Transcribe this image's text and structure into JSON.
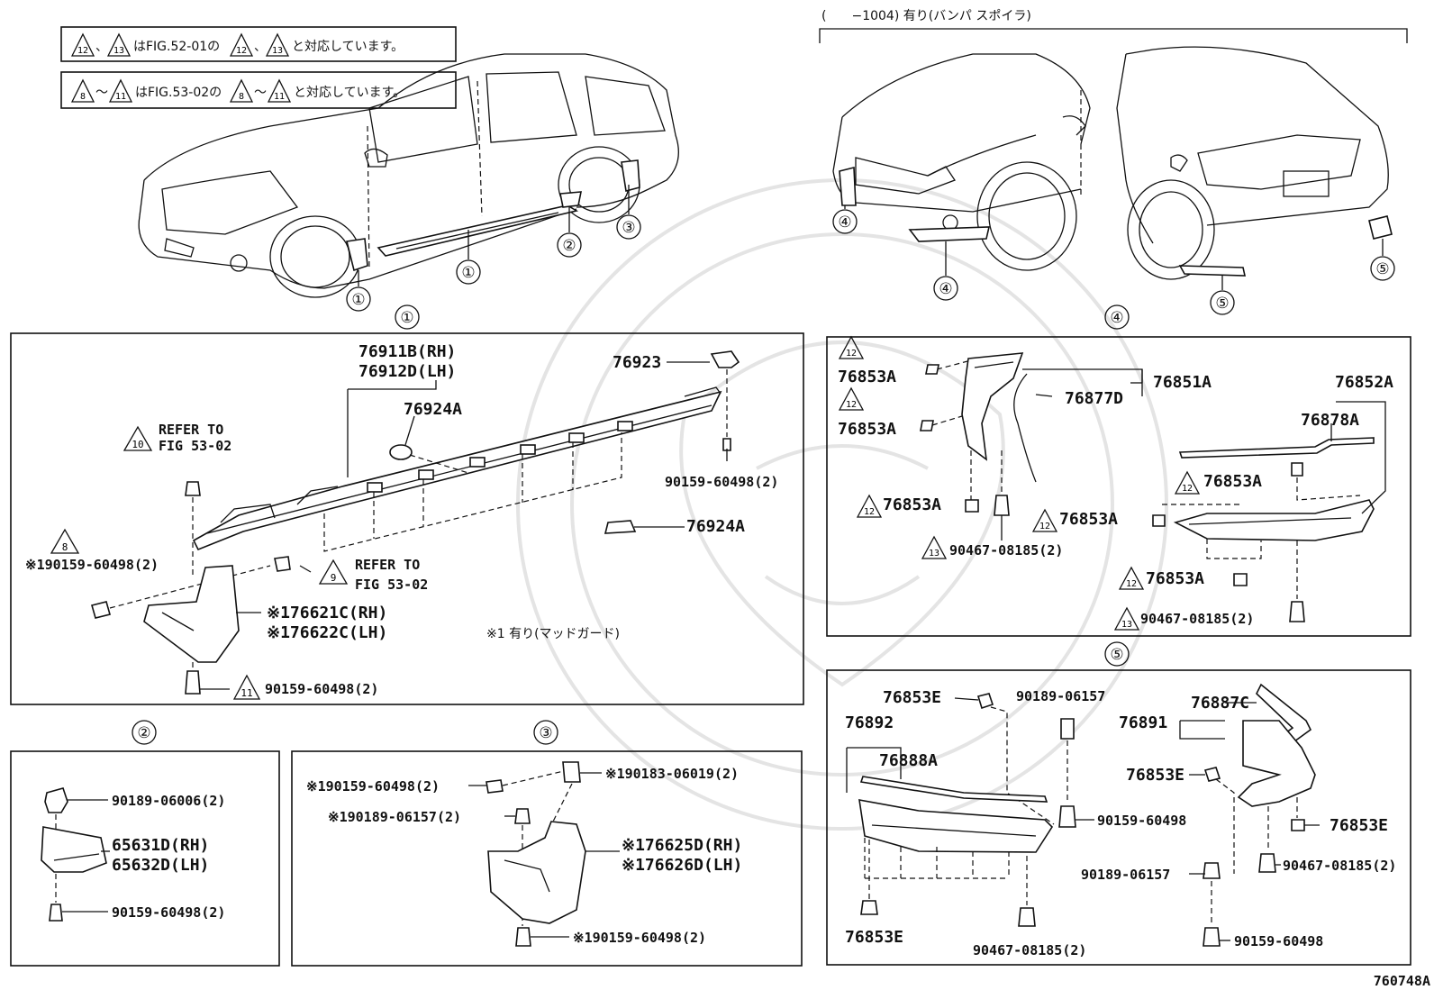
{
  "notes": {
    "note1": "はFIG.52-01の",
    "note1_tail": "と対応しています。",
    "note2": "はFIG.53-02の",
    "note2_tail": "と対応しています。",
    "sep_comma": "、",
    "sep_tilde": "～",
    "tri": [
      "12",
      "13",
      "8",
      "11"
    ]
  },
  "bumper_spoiler_header": "(　　−1004) 有り(バンパ スポイラ)",
  "section_markers": {
    "s1": "①",
    "s2": "②",
    "s3": "③",
    "s4": "④",
    "s5": "⑤"
  },
  "overview_callouts": {
    "c1a": "①",
    "c1b": "①",
    "c2": "②",
    "c3": "③",
    "c4a": "④",
    "c4b": "④",
    "c5a": "⑤",
    "c5b": "⑤"
  },
  "panel1": {
    "p_76911B": "76911B(RH)",
    "p_76912D": "76912D(LH)",
    "p_76924A_top": "76924A",
    "p_76923": "76923",
    "p_90159_right": "90159-60498(2)",
    "p_76924A_bottom": "76924A",
    "refer_10_a": "REFER TO",
    "refer_10_b": "FIG 53-02",
    "tri_10": "10",
    "tri_8": "8",
    "p_190159_left": "※190159-60498(2)",
    "refer_9_a": "REFER TO",
    "refer_9_b": "FIG 53-02",
    "tri_9": "9",
    "p_176621C": "※176621C(RH)",
    "p_176622C": "※176622C(LH)",
    "note_mudguard": "※1 有り(マッドガード)",
    "tri_11": "11",
    "p_90159_bottom": "90159-60498(2)"
  },
  "panel2": {
    "p_90189": "90189-06006(2)",
    "p_65631D": "65631D(RH)",
    "p_65632D": "65632D(LH)",
    "p_90159": "90159-60498(2)"
  },
  "panel3": {
    "p_190159_a": "※190159-60498(2)",
    "p_190183": "※190183-06019(2)",
    "p_190189": "※190189-06157(2)",
    "p_176625D": "※176625D(RH)",
    "p_176626D": "※176626D(LH)",
    "p_190159_b": "※190159-60498(2)"
  },
  "panel4": {
    "tri_12": "12",
    "tri_13": "13",
    "p_76853A_1": "76853A",
    "p_76853A_2": "76853A",
    "p_76851A": "76851A",
    "p_76877D": "76877D",
    "p_76852A": "76852A",
    "p_76878A": "76878A",
    "p_76853A_3": "76853A",
    "p_76853A_4": "76853A",
    "p_76853A_5": "76853A",
    "p_76853A_6": "76853A",
    "p_90467_a": "90467-08185(2)",
    "p_90467_b": "90467-08185(2)"
  },
  "panel5": {
    "p_76853E_1": "76853E",
    "p_90189_a": "90189-06157",
    "p_76892": "76892",
    "p_76888A": "76888A",
    "p_76891": "76891",
    "p_76887C": "76887C",
    "p_76853E_2": "76853E",
    "p_90159_a": "90159-60498",
    "p_76853E_3": "76853E",
    "p_90467_a": "90467-08185(2)",
    "p_90189_b": "90189-06157",
    "p_76853E_4": "76853E",
    "p_90467_b": "90467-08185(2)",
    "p_90159_b": "90159-60498"
  },
  "figure_id": "760748A"
}
